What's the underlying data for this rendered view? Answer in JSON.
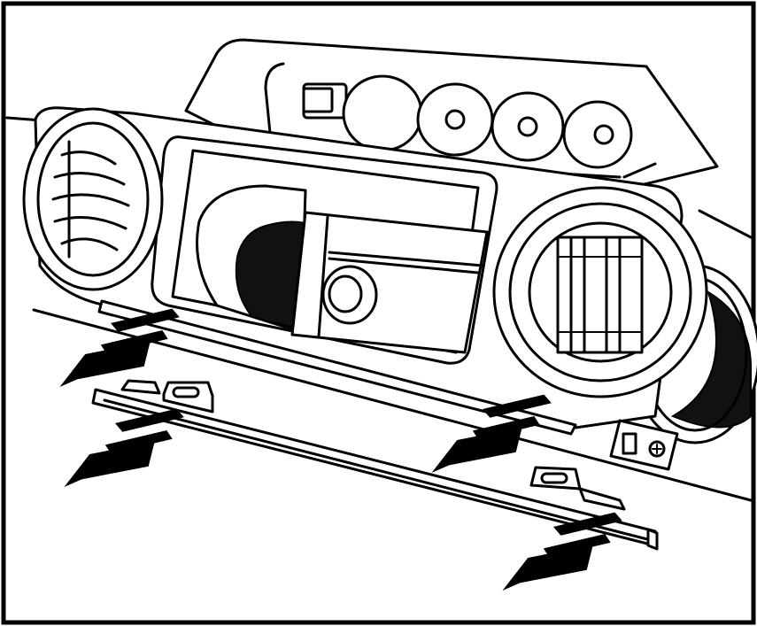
{
  "figure": {
    "type": "line-art-instruction-illustration",
    "colors": {
      "line": "#000000",
      "background": "#ffffff",
      "fill": "#111111"
    },
    "arrows": [
      {
        "name": "left-bezel-removal-arrow",
        "direction": "down-left"
      },
      {
        "name": "left-trim-removal-arrow",
        "direction": "down-left"
      },
      {
        "name": "right-bezel-removal-arrow",
        "direction": "down-left"
      },
      {
        "name": "right-trim-removal-arrow",
        "direction": "down-left"
      }
    ]
  }
}
